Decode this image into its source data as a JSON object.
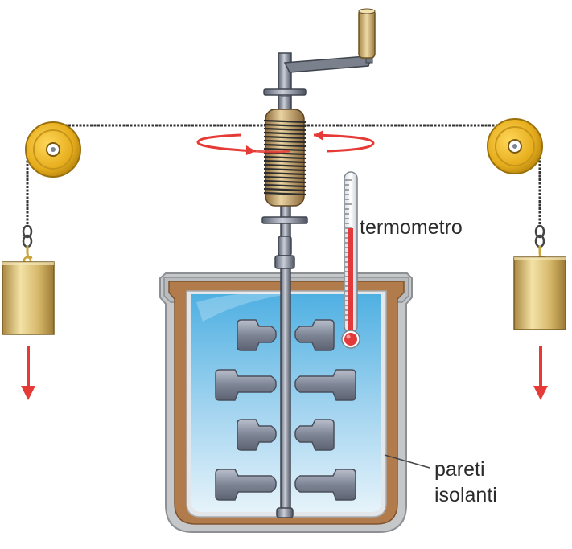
{
  "labels": {
    "thermometer": "termometro",
    "walls_line1": "pareti",
    "walls_line2": "isolanti"
  },
  "colors": {
    "water": "#8ec8ea",
    "insulation": "#b07a4c",
    "vessel": "#c4c6c8",
    "pulley": "#e8b422",
    "weight": "#d9bf73",
    "arrow": "#e53a35",
    "rope": "#3a3a3a",
    "mercury": "#e23a3a"
  },
  "icons": [
    "pulley-icon",
    "weight-icon",
    "crank-handle-icon",
    "paddle-icon",
    "thermometer-icon",
    "down-arrow-icon",
    "rotation-arrow-icon"
  ]
}
